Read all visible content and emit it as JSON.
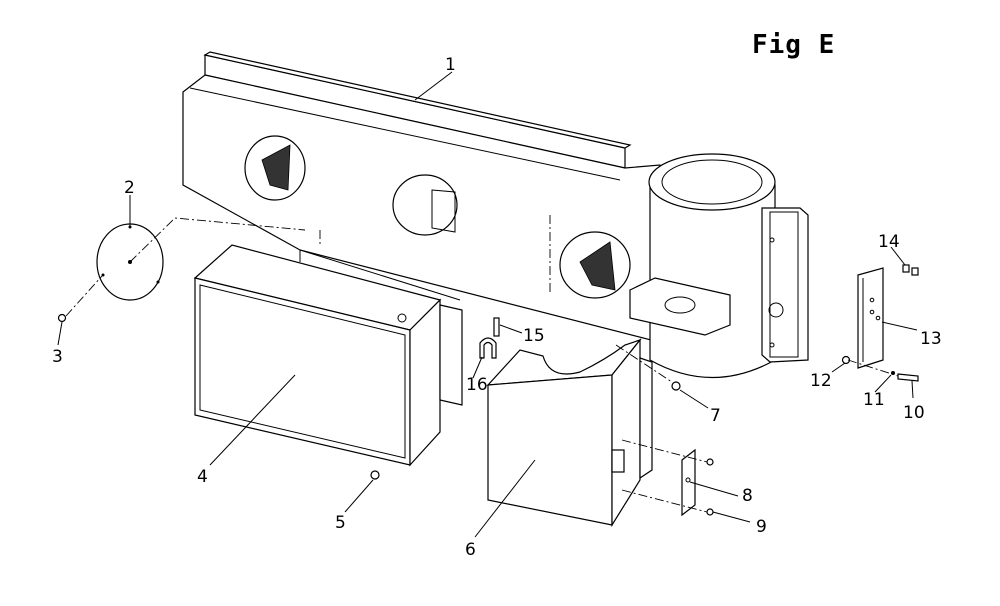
{
  "figure_title": "Fig E",
  "callouts": [
    {
      "id": "1",
      "label": "1"
    },
    {
      "id": "2",
      "label": "2"
    },
    {
      "id": "3",
      "label": "3"
    },
    {
      "id": "4",
      "label": "4"
    },
    {
      "id": "5",
      "label": "5"
    },
    {
      "id": "6",
      "label": "6"
    },
    {
      "id": "7",
      "label": "7"
    },
    {
      "id": "8",
      "label": "8"
    },
    {
      "id": "9",
      "label": "9"
    },
    {
      "id": "10",
      "label": "10"
    },
    {
      "id": "11",
      "label": "11"
    },
    {
      "id": "12",
      "label": "12"
    },
    {
      "id": "13",
      "label": "13"
    },
    {
      "id": "14",
      "label": "14"
    },
    {
      "id": "15",
      "label": "15"
    },
    {
      "id": "16",
      "label": "16"
    }
  ]
}
